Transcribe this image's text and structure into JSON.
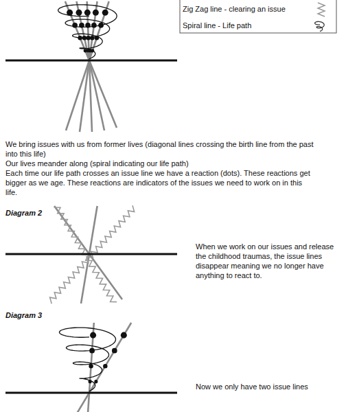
{
  "diagram": {
    "labels": [
      "We bring issues with us from former lives (diagonal lines crossing the birth line from the past into this life)",
      "Our lives meander along (spiral indicating our life path)",
      "Each time our life path crosses an issue line we have a reaction (dots). These reactions get bigger as we age. These reactions are indicators of the issues we need to work on in this life.",
      "Diagram 2",
      "When we work on our issues and release the childhood traumas, the issue lines disappear meaning we no longer have anything to react to.",
      "Diagram 3",
      "Now we only have two issue lines"
    ],
    "legend": [
      {
        "text": "Zig Zag line - clearing an issue"
      },
      {
        "text": "Spiral line - Life path"
      }
    ]
  }
}
